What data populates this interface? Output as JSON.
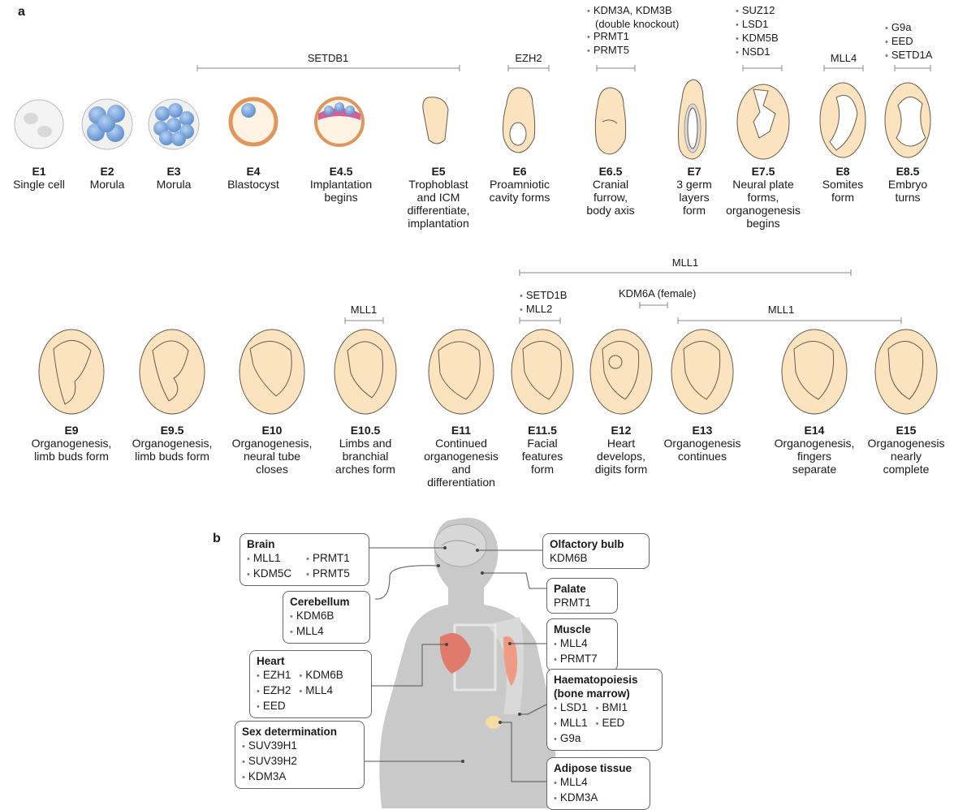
{
  "panel_a_label": "a",
  "panel_b_label": "b",
  "row1_stages": [
    {
      "code": "E1",
      "desc": [
        "Single cell"
      ]
    },
    {
      "code": "E2",
      "desc": [
        "Morula"
      ]
    },
    {
      "code": "E3",
      "desc": [
        "Morula"
      ]
    },
    {
      "code": "E4",
      "desc": [
        "Blastocyst"
      ]
    },
    {
      "code": "E4.5",
      "desc": [
        "Implantation",
        "begins"
      ]
    },
    {
      "code": "E5",
      "desc": [
        "Trophoblast",
        "and ICM",
        "differentiate,",
        "implantation"
      ]
    },
    {
      "code": "E6",
      "desc": [
        "Proamniotic",
        "cavity forms"
      ]
    },
    {
      "code": "E6.5",
      "desc": [
        "Cranial",
        "furrow,",
        "body axis"
      ]
    },
    {
      "code": "E7",
      "desc": [
        "3 germ",
        "layers",
        "form"
      ]
    },
    {
      "code": "E7.5",
      "desc": [
        "Neural plate",
        "forms,",
        "organogenesis",
        "begins"
      ]
    },
    {
      "code": "E8",
      "desc": [
        "Somites",
        "form"
      ]
    },
    {
      "code": "E8.5",
      "desc": [
        "Embryo",
        "turns"
      ]
    }
  ],
  "row2_stages": [
    {
      "code": "E9",
      "desc": [
        "Organogenesis,",
        "limb buds form"
      ]
    },
    {
      "code": "E9.5",
      "desc": [
        "Organogenesis,",
        "limb buds form"
      ]
    },
    {
      "code": "E10",
      "desc": [
        "Organogenesis,",
        "neural tube",
        "closes"
      ]
    },
    {
      "code": "E10.5",
      "desc": [
        "Limbs and",
        "branchial",
        "arches form"
      ]
    },
    {
      "code": "E11",
      "desc": [
        "Continued",
        "organogenesis",
        "and",
        "differentiation"
      ]
    },
    {
      "code": "E11.5",
      "desc": [
        "Facial",
        "features",
        "form"
      ]
    },
    {
      "code": "E12",
      "desc": [
        "Heart",
        "develops,",
        "digits form"
      ]
    },
    {
      "code": "E13",
      "desc": [
        "Organogenesis",
        "continues"
      ]
    },
    {
      "code": "E14",
      "desc": [
        "Organogenesis,",
        "fingers",
        "separate"
      ]
    },
    {
      "code": "E15",
      "desc": [
        "Organogenesis",
        "nearly",
        "complete"
      ]
    }
  ],
  "gene_labels_row1": {
    "setdb1": "SETDB1",
    "ezh2": "EZH2",
    "e65_genes": [
      "KDM3A, KDM3B",
      "(double knockout)",
      "PRMT1",
      "PRMT5"
    ],
    "e75_genes": [
      "SUZ12",
      "LSD1",
      "KDM5B",
      "NSD1"
    ],
    "mll4": "MLL4",
    "e85_genes": [
      "G9a",
      "EED",
      "SETD1A"
    ]
  },
  "gene_labels_row2": {
    "mll1_long": "MLL1",
    "mll1_e105": "MLL1",
    "e115_genes": [
      "SETD1B",
      "MLL2"
    ],
    "kdm6a": "KDM6A (female)",
    "mll1_late": "MLL1"
  },
  "tissues": {
    "brain": {
      "title": "Brain",
      "col1": [
        "MLL1",
        "KDM5C"
      ],
      "col2": [
        "PRMT1",
        "PRMT5"
      ]
    },
    "olfactory": {
      "title": "Olfactory bulb",
      "genes": [
        "KDM6B"
      ]
    },
    "palate": {
      "title": "Palate",
      "genes": [
        "PRMT1"
      ]
    },
    "cerebellum": {
      "title": "Cerebellum",
      "genes": [
        "KDM6B",
        "MLL4"
      ]
    },
    "muscle": {
      "title": "Muscle",
      "genes": [
        "MLL4",
        "PRMT7"
      ]
    },
    "heart": {
      "title": "Heart",
      "col1": [
        "EZH1",
        "EZH2",
        "EED"
      ],
      "col2": [
        "KDM6B",
        "MLL4"
      ]
    },
    "haem": {
      "title": [
        "Haematopoiesis",
        "(bone marrow)"
      ],
      "col1": [
        "LSD1",
        "MLL1",
        "G9a"
      ],
      "col2": [
        "BMI1",
        "EED"
      ]
    },
    "sex": {
      "title": "Sex determination",
      "genes": [
        "SUV39H1",
        "SUV39H2",
        "KDM3A"
      ]
    },
    "adipose": {
      "title": "Adipose tissue",
      "genes": [
        "MLL4",
        "KDM3A"
      ]
    }
  },
  "colors": {
    "embryo_fill": "#fbe3c0",
    "embryo_stroke": "#6b5a45",
    "cell_blue": "#7ba8dc",
    "line_gray": "#888888",
    "body_gray": "#c9c9c9",
    "heart_red": "#e07a6a"
  }
}
